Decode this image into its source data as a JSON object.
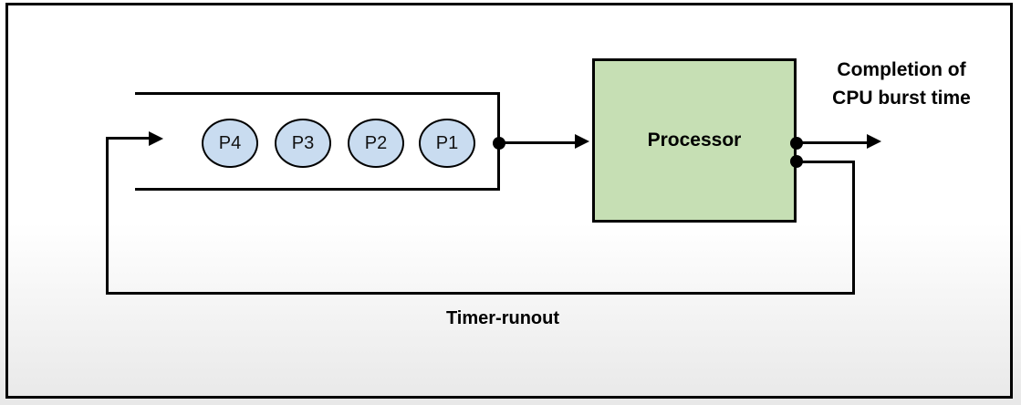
{
  "diagram": {
    "queue": {
      "processes": [
        {
          "label": "P4"
        },
        {
          "label": "P3"
        },
        {
          "label": "P2"
        },
        {
          "label": "P1"
        }
      ]
    },
    "processor": {
      "label": "Processor"
    },
    "labels": {
      "completion_line1": "Completion of",
      "completion_line2": "CPU burst time",
      "timer_runout": "Timer-runout"
    },
    "colors": {
      "process_fill": "#c9dcf0",
      "processor_fill": "#c6dfb4",
      "line": "#000000",
      "background_top": "#ffffff",
      "background_bottom": "#e8e8e8"
    }
  }
}
